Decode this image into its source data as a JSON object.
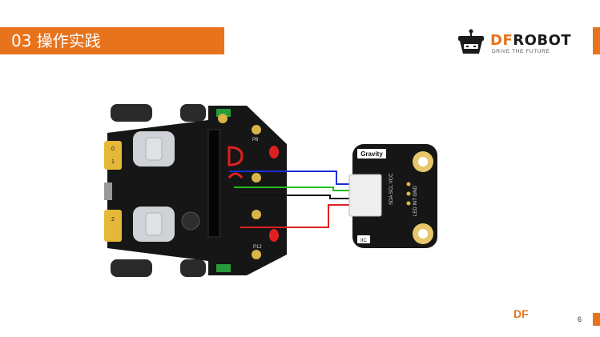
{
  "header": {
    "title": "03 操作实践"
  },
  "logo": {
    "brand_accent": "DF",
    "brand_rest": "ROBOT",
    "tagline": "DRIVE THE FUTURE",
    "icon": "robot-logo-icon"
  },
  "diagram": {
    "sensor_label": "Gravity",
    "sensor_pins": "SDA SCL VCC",
    "sensor_pins2": "LED INT GND",
    "sensor_bus": "IIC",
    "board_pins": [
      "0",
      "1",
      "2"
    ],
    "board_labels": [
      "P8",
      "P12"
    ],
    "wire_colors": [
      "#1a2ed6",
      "#21c021",
      "#111111",
      "#e02020"
    ]
  },
  "footer": {
    "brand": "DF",
    "page": "6"
  },
  "colors": {
    "accent": "#e8731d"
  }
}
